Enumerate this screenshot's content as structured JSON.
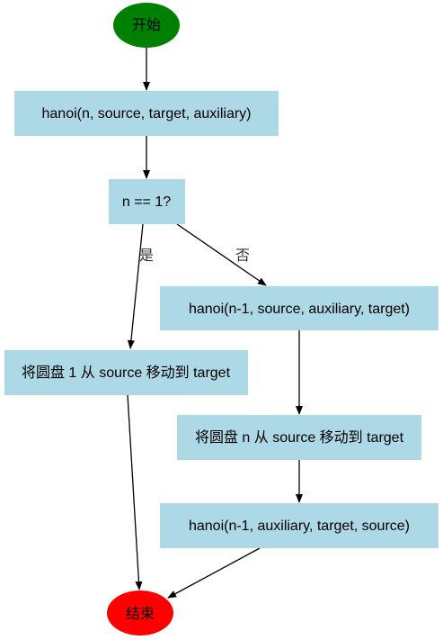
{
  "colors": {
    "process_fill": "#add8e6",
    "start_fill": "#008000",
    "end_fill": "#ff0000",
    "edge": "#000000",
    "background": "#ffffff"
  },
  "nodes": {
    "start": "开始",
    "hanoi_call": "hanoi(n, source, target, auxiliary)",
    "decision": "n == 1?",
    "move_one": "将圆盘 1 从 source 移动到 target",
    "recurse_first": "hanoi(n-1, source, auxiliary, target)",
    "move_n": "将圆盘 n 从 source 移动到 target",
    "recurse_second": "hanoi(n-1, auxiliary, target, source)",
    "end": "结束"
  },
  "edges": {
    "yes_label": "是",
    "no_label": "否"
  }
}
